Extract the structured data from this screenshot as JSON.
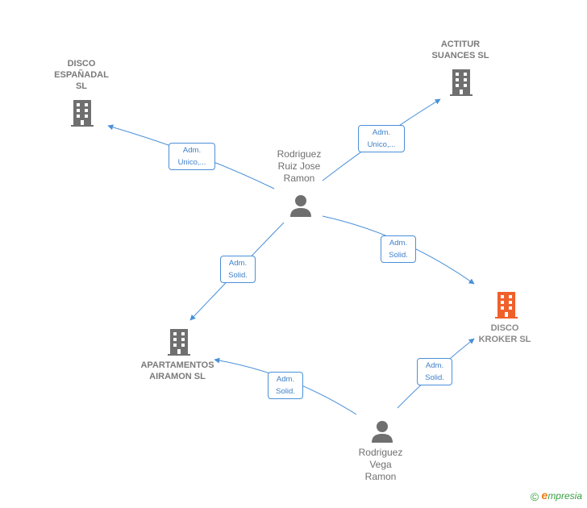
{
  "nodes": {
    "disco_espanadal": {
      "label": "DISCO\nESPAÑADAL\nSL",
      "type": "company",
      "color": "#6f6f6f"
    },
    "actitur": {
      "label": "ACTITUR\nSUANCES SL",
      "type": "company",
      "color": "#6f6f6f"
    },
    "rodriguez_ruiz": {
      "label": "Rodriguez\nRuiz Jose\nRamon",
      "type": "person",
      "color": "#6f6f6f"
    },
    "disco_kroker": {
      "label": "DISCO\nKROKER  SL",
      "type": "company",
      "color": "#f0602a"
    },
    "apartamentos": {
      "label": "APARTAMENTOS\nAIRAMON  SL",
      "type": "company",
      "color": "#6f6f6f"
    },
    "rodriguez_vega": {
      "label": "Rodriguez\nVega\nRamon",
      "type": "person",
      "color": "#6f6f6f"
    }
  },
  "edges": [
    {
      "from": "rodriguez_ruiz",
      "to": "disco_espanadal",
      "label": "Adm.\nUnico,..."
    },
    {
      "from": "rodriguez_ruiz",
      "to": "actitur",
      "label": "Adm.\nUnico,..."
    },
    {
      "from": "rodriguez_ruiz",
      "to": "disco_kroker",
      "label": "Adm.\nSolid."
    },
    {
      "from": "rodriguez_ruiz",
      "to": "apartamentos",
      "label": "Adm.\nSolid."
    },
    {
      "from": "rodriguez_vega",
      "to": "apartamentos",
      "label": "Adm.\nSolid."
    },
    {
      "from": "rodriguez_vega",
      "to": "disco_kroker",
      "label": "Adm.\nSolid."
    }
  ],
  "colors": {
    "edge": "#4a90d9",
    "highlight": "#f0602a",
    "icon": "#6f6f6f"
  },
  "footer": {
    "copyright": "©",
    "brand_first": "e",
    "brand_rest": "mpresia"
  }
}
